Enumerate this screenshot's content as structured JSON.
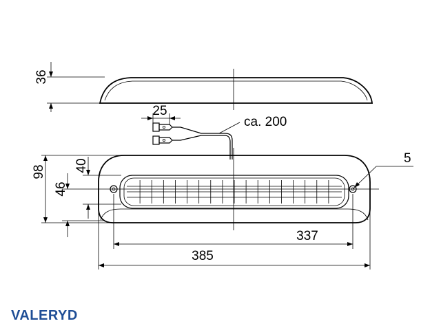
{
  "brand": {
    "name": "VALERYD",
    "color": "#1f4e96"
  },
  "dimensions": {
    "height_side": "36",
    "connector_width": "25",
    "cable_length": "ca. 200",
    "hole_diameter": "5",
    "overall_height": "98",
    "lens_height": "40",
    "hole_offset": "46",
    "hole_spacing": "337",
    "overall_length": "385"
  }
}
